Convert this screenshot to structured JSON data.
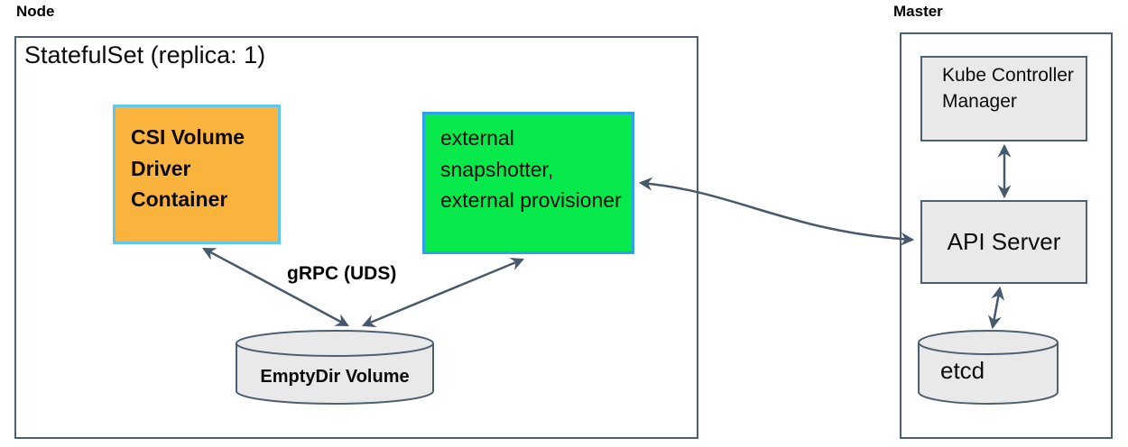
{
  "colors": {
    "border": "#4d5f73",
    "arrow": "#47596d",
    "text": "#111111",
    "driver_fill": "#fab43e",
    "driver_border": "#5ec8f0",
    "sidecar_fill": "#08e94b",
    "sidecar_border": "#2f9ff0",
    "gray_fill": "#e9e9e9"
  },
  "node": {
    "label": "Node",
    "statefulset_label": "StatefulSet (replica: 1)",
    "driver_container_label": "CSI Volume Driver Container",
    "sidecar_label": "external snapshotter, external provisioner",
    "grpc_label": "gRPC (UDS)",
    "emptydir_label": "EmptyDir Volume"
  },
  "master": {
    "label": "Master",
    "kube_controller_manager_label": "Kube Controller Manager",
    "api_server_label": "API Server",
    "etcd_label": "etcd"
  }
}
